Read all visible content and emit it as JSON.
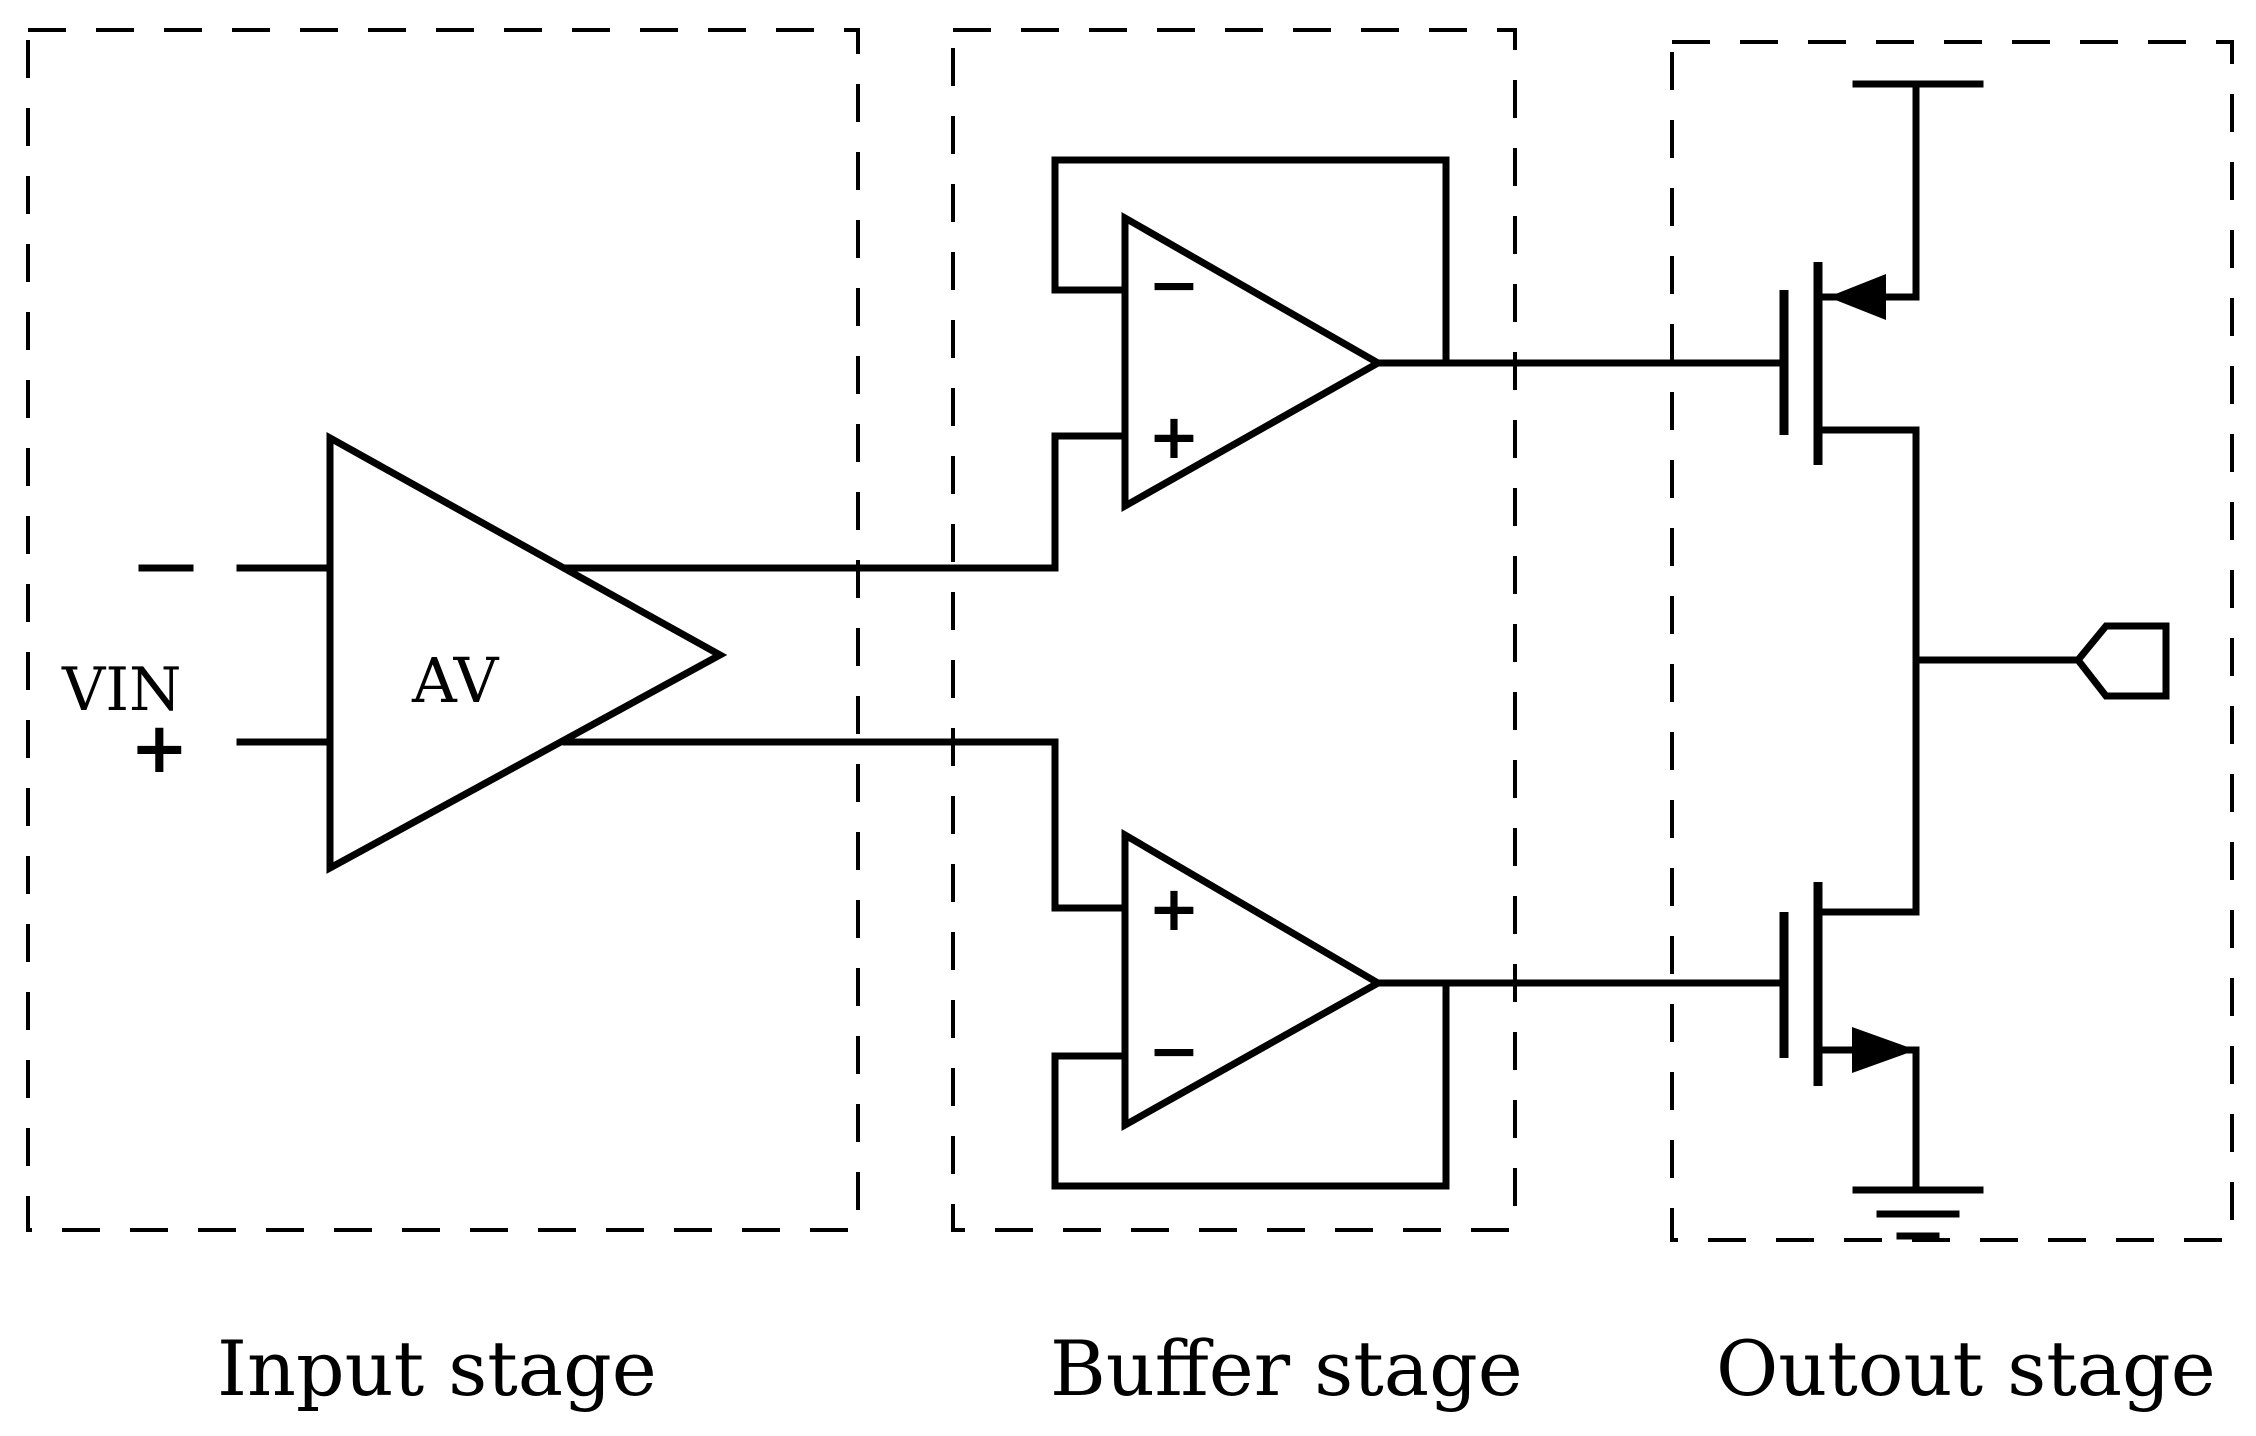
{
  "stages": {
    "input": "Input stage",
    "buffer": "Buffer stage",
    "output": "Outout stage"
  },
  "input": {
    "label": "VIN",
    "minus": "−",
    "plus": "+"
  },
  "amplifier": {
    "label": "AV"
  },
  "buffer_top": {
    "minus": "−",
    "plus": "+"
  },
  "buffer_bottom": {
    "plus": "+",
    "minus": "−"
  }
}
